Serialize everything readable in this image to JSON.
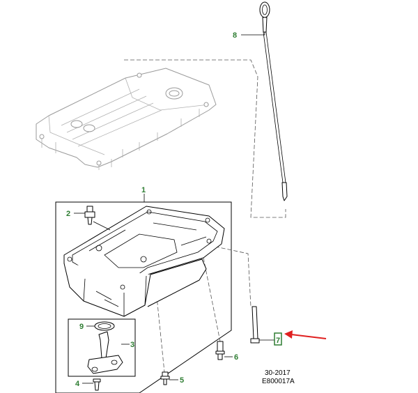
{
  "callouts": [
    {
      "id": "1",
      "label": "1"
    },
    {
      "id": "2",
      "label": "2"
    },
    {
      "id": "3",
      "label": "3"
    },
    {
      "id": "4",
      "label": "4"
    },
    {
      "id": "5",
      "label": "5"
    },
    {
      "id": "6",
      "label": "6"
    },
    {
      "id": "7",
      "label": "7",
      "highlighted": true
    },
    {
      "id": "8",
      "label": "8"
    },
    {
      "id": "9",
      "label": "9"
    }
  ],
  "reference": {
    "line1": "30-2017",
    "line2": "E800017A"
  },
  "colors": {
    "callout_text": "#2e7d32",
    "highlight_box": "#2e7d32",
    "pointer_arrow": "#e02020",
    "line_art": "#000000",
    "ghost_art": "#9a9a9a"
  }
}
